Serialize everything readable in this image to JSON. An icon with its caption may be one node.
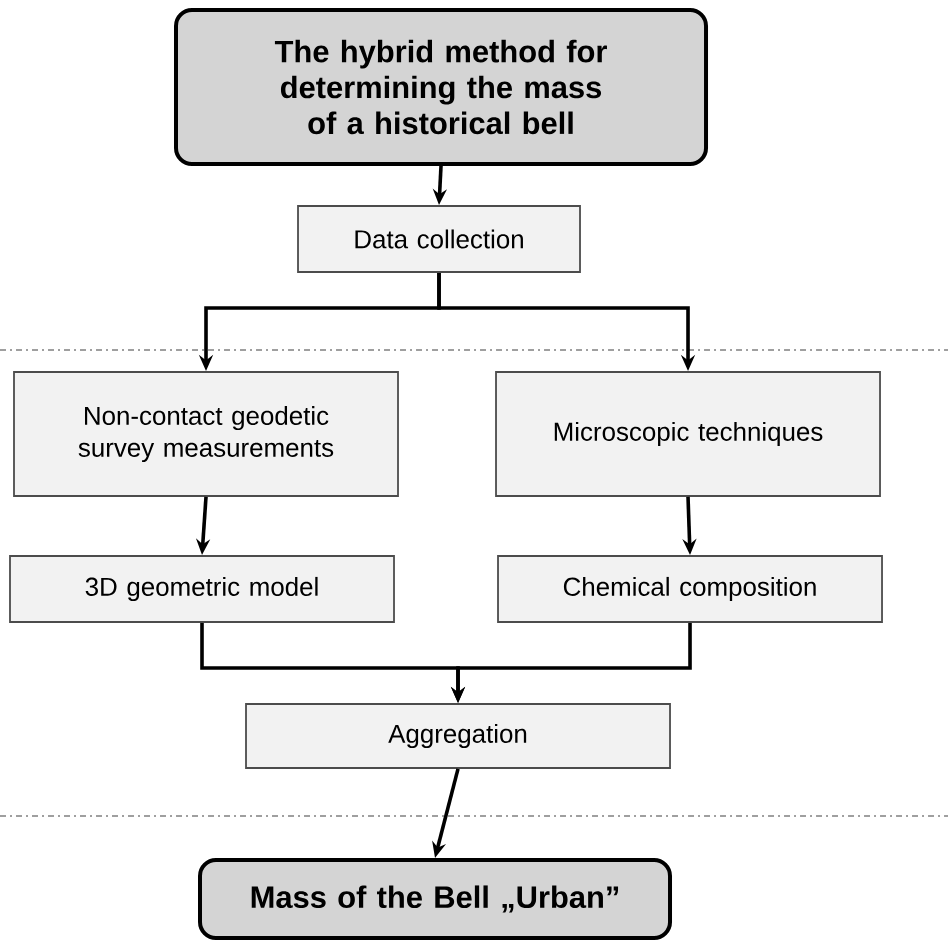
{
  "diagram": {
    "nodes": [
      {
        "text": [
          "The hybrid method for determining the mass of a historical bell"
        ]
      },
      {
        "text": [
          "Data collection"
        ]
      },
      {
        "text": [
          "Non-contact geodetic survey measurements"
        ]
      },
      {
        "text": [
          "Microscopic techniques"
        ]
      },
      {
        "text": [
          "3D geometric model"
        ]
      },
      {
        "text": [
          "Chemical composition"
        ]
      },
      {
        "text": [
          "Aggregation"
        ]
      },
      {
        "text": [
          "Mass of the Bell „Urban”"
        ]
      }
    ],
    "edges": [
      {
        "from": 0,
        "to": 1,
        "arrow": "to"
      },
      {
        "from": 1,
        "to": 2,
        "arrow": "to"
      },
      {
        "from": 1,
        "to": 3,
        "arrow": "to"
      },
      {
        "from": 2,
        "to": 4,
        "arrow": "to"
      },
      {
        "from": 3,
        "to": 5,
        "arrow": "to"
      },
      {
        "from": 4,
        "to": 6,
        "arrow": "to"
      },
      {
        "from": 5,
        "to": 6,
        "arrow": "to"
      },
      {
        "from": 6,
        "to": 7,
        "arrow": "to"
      }
    ]
  }
}
